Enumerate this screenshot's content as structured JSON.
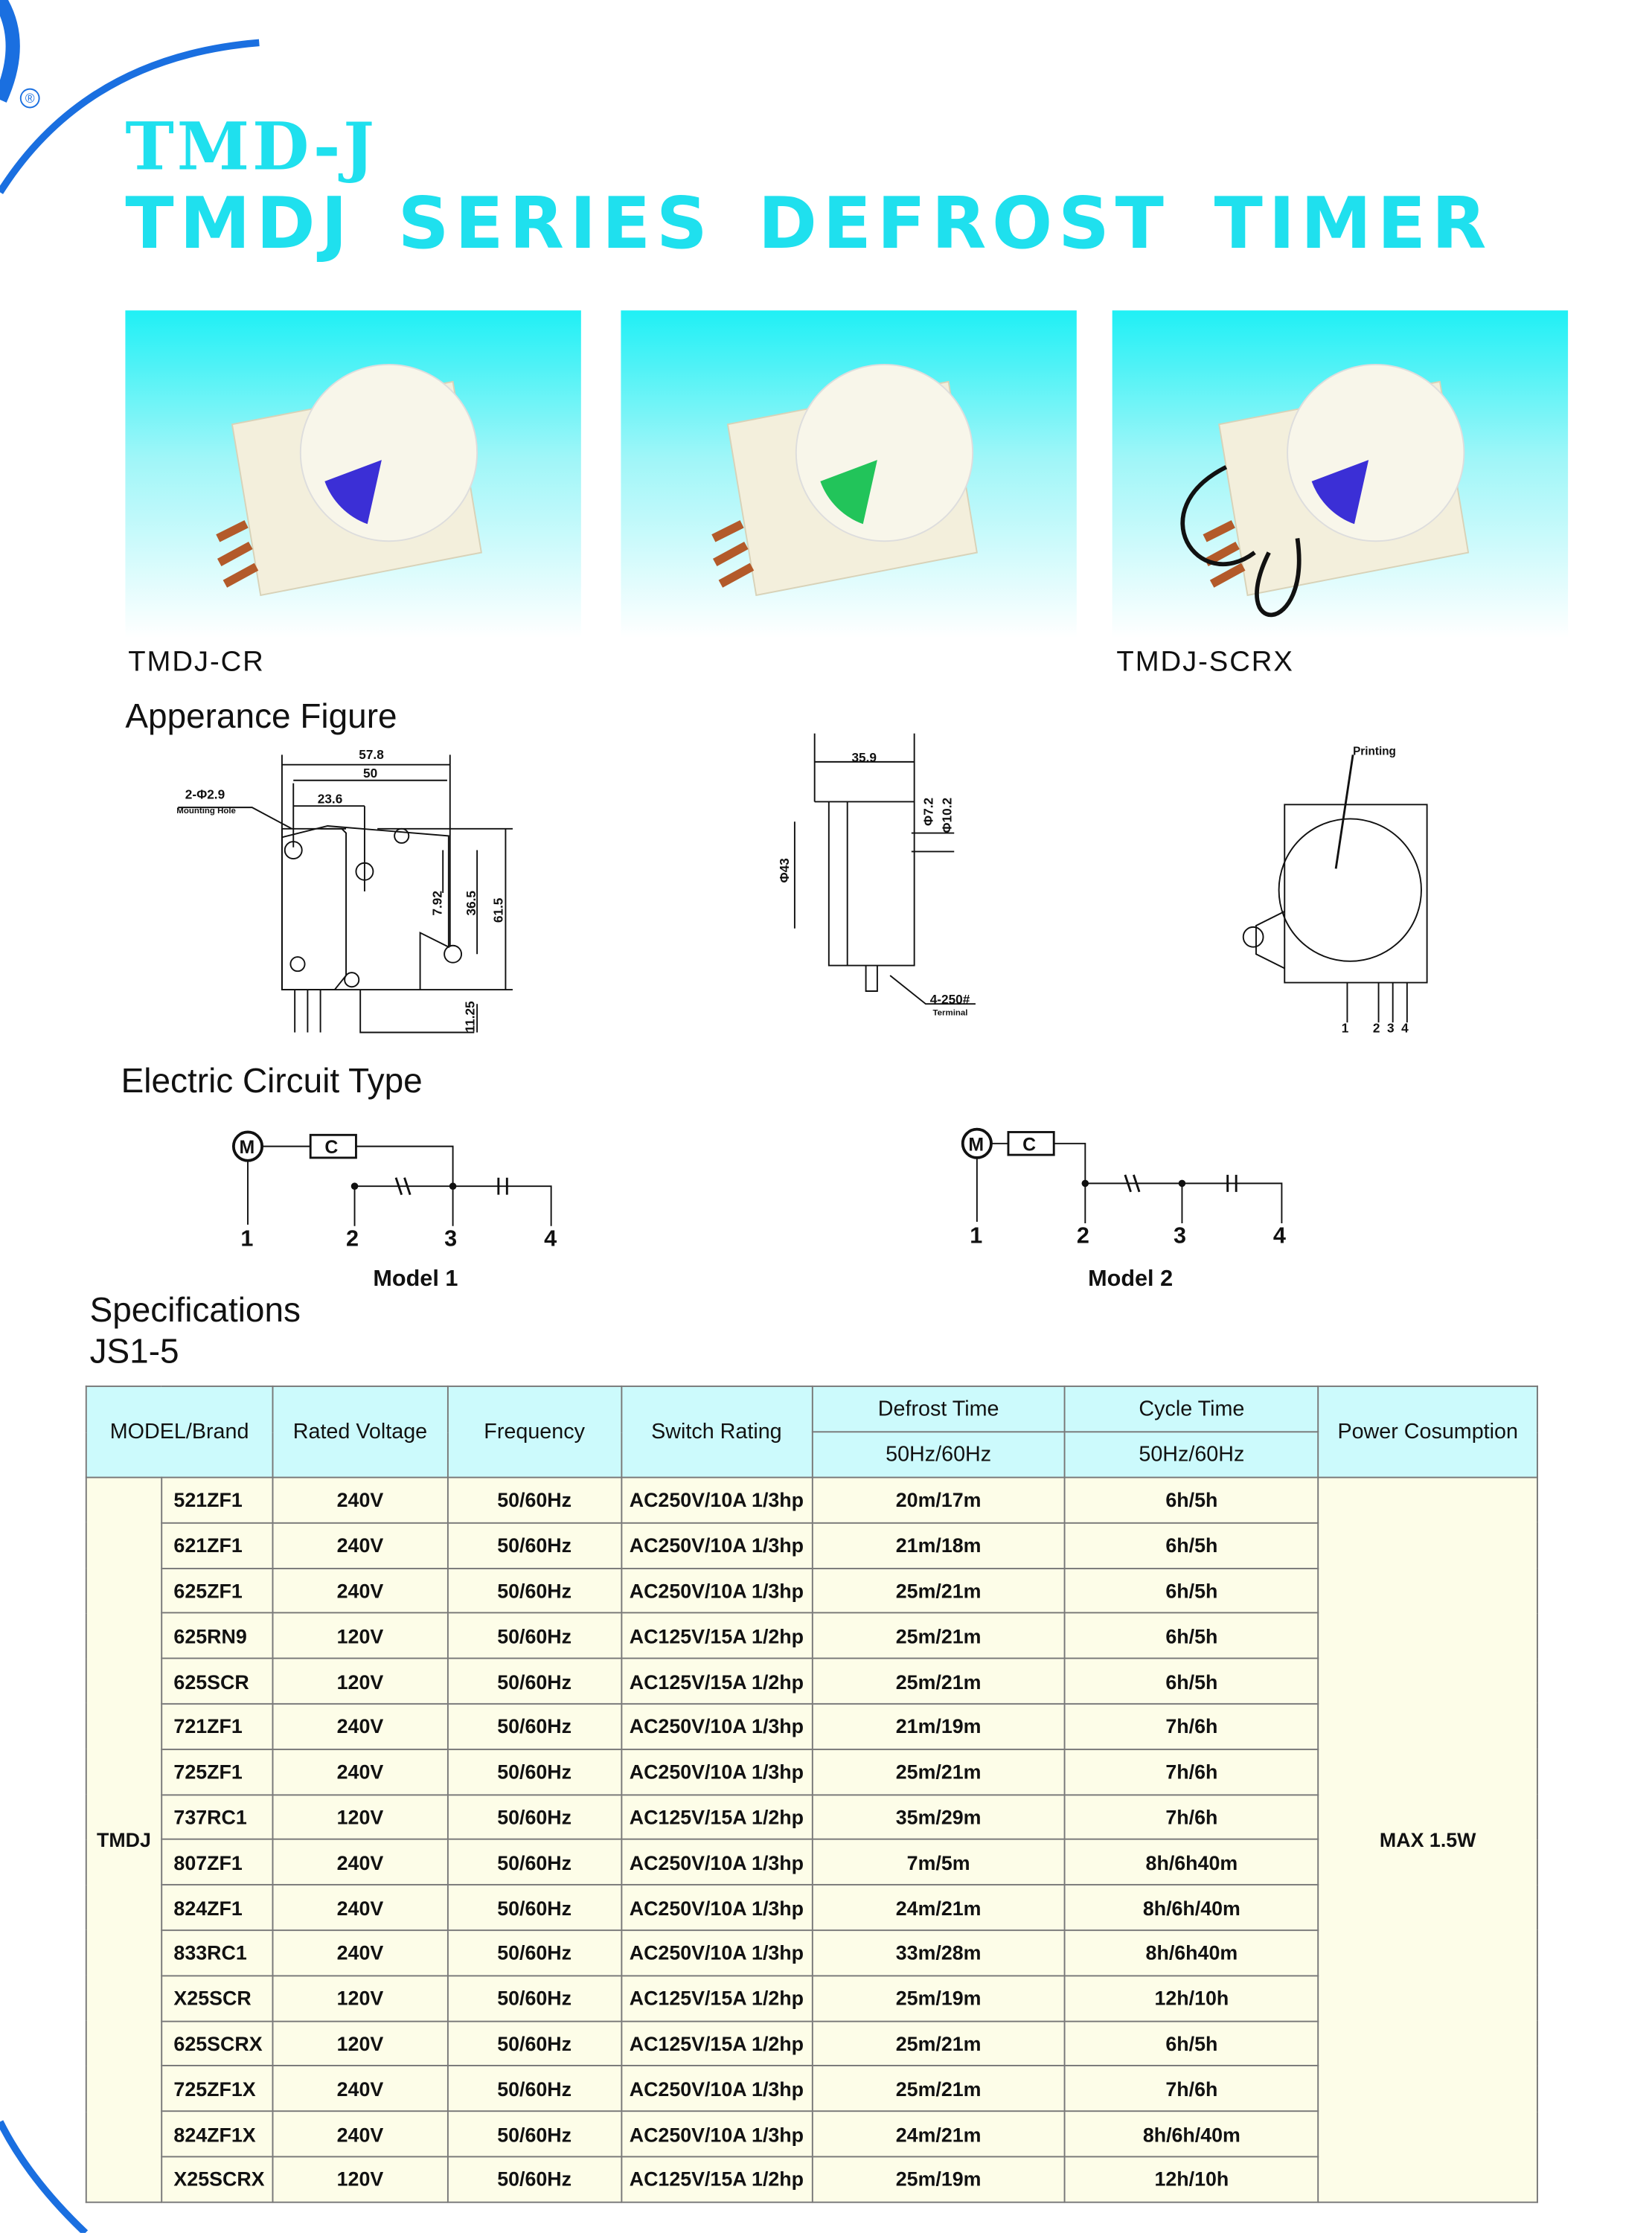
{
  "header": {
    "series_code": "TMD-J",
    "title": "TMDJ SERIES DEFROST TIMER",
    "registered_mark": "®"
  },
  "colors": {
    "title": "#1fe0ee",
    "arc": "#1a6fe0",
    "table_header_bg": "#ccfafc",
    "table_body_bg": "#fdfde8"
  },
  "photos": [
    {
      "caption": "TMDJ-CR",
      "dial_color": "#3b2fd6"
    },
    {
      "caption": "",
      "dial_color": "#22c45a"
    },
    {
      "caption": "TMDJ-SCRX",
      "dial_color": "#3b2fd6"
    }
  ],
  "appearance": {
    "title": "Apperance Figure",
    "front": {
      "width_total": "57.8",
      "width_holes": "50",
      "width_center": "23.6",
      "hole": "2-Φ2.9",
      "hole_note": "Mounting Hole",
      "d1": "7.92",
      "d2": "36.5",
      "height": "61.5",
      "terminal": "11.25"
    },
    "side": {
      "depth": "35.9",
      "dia": "Φ43",
      "d1": "Φ7.2",
      "d2": "Φ10.2",
      "terminal": "4-250#",
      "terminal_note": "Terminal"
    },
    "back": {
      "printing": "Printing",
      "pins": [
        "1",
        "2",
        "3",
        "4"
      ]
    }
  },
  "circuit": {
    "title": "Electric Circuit Type",
    "motor": "M",
    "cap": "C",
    "pins": [
      "1",
      "2",
      "3",
      "4"
    ],
    "model1": "Model 1",
    "model2": "Model 2"
  },
  "specs": {
    "title": "Specifications",
    "subtitle": "JS1-5",
    "headers": {
      "model": "MODEL/Brand",
      "voltage": "Rated Voltage",
      "frequency": "Frequency",
      "switch": "Switch Rating",
      "defrost": "Defrost Time",
      "cycle": "Cycle Time",
      "sub": "50Hz/60Hz",
      "power": "Power Cosumption"
    },
    "brand": "TMDJ",
    "power": "MAX 1.5W",
    "rows": [
      [
        "521ZF1",
        "240V",
        "50/60Hz",
        "AC250V/10A 1/3hp",
        "20m/17m",
        "6h/5h"
      ],
      [
        "621ZF1",
        "240V",
        "50/60Hz",
        "AC250V/10A 1/3hp",
        "21m/18m",
        "6h/5h"
      ],
      [
        "625ZF1",
        "240V",
        "50/60Hz",
        "AC250V/10A 1/3hp",
        "25m/21m",
        "6h/5h"
      ],
      [
        "625RN9",
        "120V",
        "50/60Hz",
        "AC125V/15A 1/2hp",
        "25m/21m",
        "6h/5h"
      ],
      [
        "625SCR",
        "120V",
        "50/60Hz",
        "AC125V/15A 1/2hp",
        "25m/21m",
        "6h/5h"
      ],
      [
        "721ZF1",
        "240V",
        "50/60Hz",
        "AC250V/10A 1/3hp",
        "21m/19m",
        "7h/6h"
      ],
      [
        "725ZF1",
        "240V",
        "50/60Hz",
        "AC250V/10A 1/3hp",
        "25m/21m",
        "7h/6h"
      ],
      [
        "737RC1",
        "120V",
        "50/60Hz",
        "AC125V/15A 1/2hp",
        "35m/29m",
        "7h/6h"
      ],
      [
        "807ZF1",
        "240V",
        "50/60Hz",
        "AC250V/10A 1/3hp",
        "7m/5m",
        "8h/6h40m"
      ],
      [
        "824ZF1",
        "240V",
        "50/60Hz",
        "AC250V/10A 1/3hp",
        "24m/21m",
        "8h/6h/40m"
      ],
      [
        "833RC1",
        "240V",
        "50/60Hz",
        "AC250V/10A 1/3hp",
        "33m/28m",
        "8h/6h40m"
      ],
      [
        "X25SCR",
        "120V",
        "50/60Hz",
        "AC125V/15A 1/2hp",
        "25m/19m",
        "12h/10h"
      ],
      [
        "625SCRX",
        "120V",
        "50/60Hz",
        "AC125V/15A 1/2hp",
        "25m/21m",
        "6h/5h"
      ],
      [
        "725ZF1X",
        "240V",
        "50/60Hz",
        "AC250V/10A 1/3hp",
        "25m/21m",
        "7h/6h"
      ],
      [
        "824ZF1X",
        "240V",
        "50/60Hz",
        "AC250V/10A 1/3hp",
        "24m/21m",
        "8h/6h/40m"
      ],
      [
        "X25SCRX",
        "120V",
        "50/60Hz",
        "AC125V/15A 1/2hp",
        "25m/19m",
        "12h/10h"
      ]
    ]
  }
}
